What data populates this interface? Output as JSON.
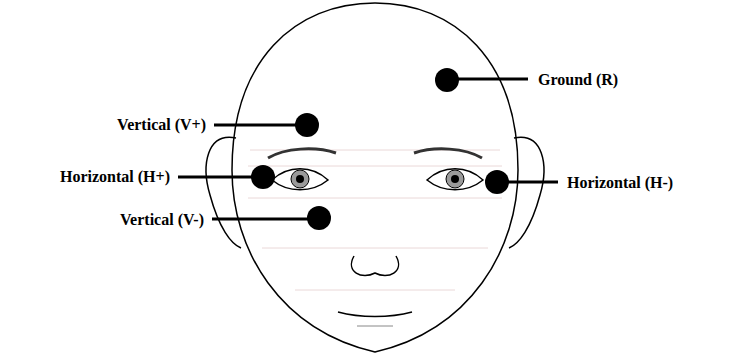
{
  "diagram": {
    "labels": [
      "Ground (R)",
      "Vertical (V+)",
      "Horizontal (H+)",
      "Horizontal (H-)",
      "Vertical (V-)"
    ]
  }
}
